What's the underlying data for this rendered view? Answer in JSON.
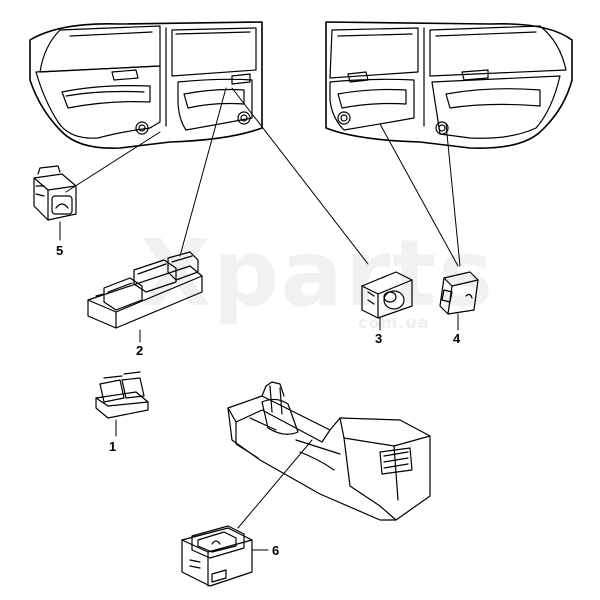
{
  "watermark": {
    "brand": "Xparts",
    "domain": "com.ua"
  },
  "callouts": {
    "c1": "1",
    "c2": "2",
    "c3": "3",
    "c4": "4",
    "c5": "5",
    "c6": "6"
  },
  "colors": {
    "line": "#000000",
    "background": "#ffffff",
    "watermark": "#f1f1f1"
  }
}
